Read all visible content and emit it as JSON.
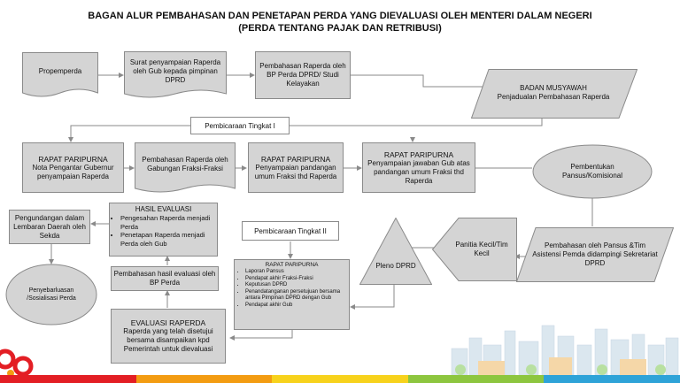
{
  "title": {
    "line1": "BAGAN ALUR PEMBAHASAN DAN PENETAPAN PERDA YANG DIEVALUASI OLEH MENTERI DALAM NEGERI",
    "line2": "(PERDA TENTANG PAJAK DAN RETRIBUSI)"
  },
  "nodes": {
    "propemperda": "Propemperda",
    "surat": "Surat penyampaian Raperda oleh Gub kepada pimpinan DPRD",
    "pembahasan_bp": "Pembahasan Raperda oleh BP Perda DPRD/ Studi Kelayakan",
    "bamus_title": "BADAN MUSYAWAH",
    "bamus_body": "Penjadualan Pembahasan Raperda",
    "pembicaraan1": "Pembicaraan Tingkat I",
    "rapat1_title": "RAPAT PARIPURNA",
    "rapat1_body": "Nota Pengantar Gubernur penyampaian Raperda",
    "gabungan": "Pembahasan Raperda oleh Gabungan Fraksi-Fraksi",
    "rapat2_title": "RAPAT PARIPURNA",
    "rapat2_body": "Penyampaian pandangan umum Fraksi thd Raperda",
    "rapat3_title": "RAPAT PARIPURNA",
    "rapat3_body": "Penyampaian jawaban Gub atas pandangan umum Fraksi thd Raperda",
    "pansus": "Pembentukan Pansus/Komisional",
    "pembahasan_pansus": "Pembahasan oleh Pansus &Tim Asistensi Pemda didampingi Sekretariat DPRD",
    "panitia": "Panitia Kecil/Tim Kecil",
    "pleno": "Pleno DPRD",
    "pembicaraan2": "Pembicaraan Tingkat II",
    "rapat4_title": "RAPAT PARIPURNA",
    "rapat4_items": [
      "Laporan Pansus",
      "Pendapat akhir Fraksi-Fraksi",
      "Keputusan DPRD",
      "Penandatanganan persetujuan bersama antara Pimpinan DPRD dengan Gub",
      "Pendapat akhir Gub"
    ],
    "evaluasi_title": "EVALUASI RAPERDA",
    "evaluasi_body": "Raperda yang telah disetujui bersama disampaikan kpd Pemerintah untuk dievaluasi",
    "hasil_bp": "Pembahasan hasil evaluasi oleh BP Perda",
    "hasil_title": "HASIL EVALUASI",
    "hasil_items": [
      "Pengesahan Raperda menjadi Perda",
      "Penetapan Raperda menjadi Perda oleh Gub"
    ],
    "pengundangan": "Pengundangan dalam Lembaran Daerah oleh Sekda",
    "penyebarluasan": "Penyebarluasan /Sosialisasi Perda"
  },
  "colors": {
    "box_fill": "#d4d4d4",
    "box_border": "#8a8a8a",
    "line": "#8a8a8a",
    "bar": [
      "#e31e24",
      "#f39c12",
      "#f7d21c",
      "#8dc63f",
      "#2ea3d8"
    ]
  }
}
